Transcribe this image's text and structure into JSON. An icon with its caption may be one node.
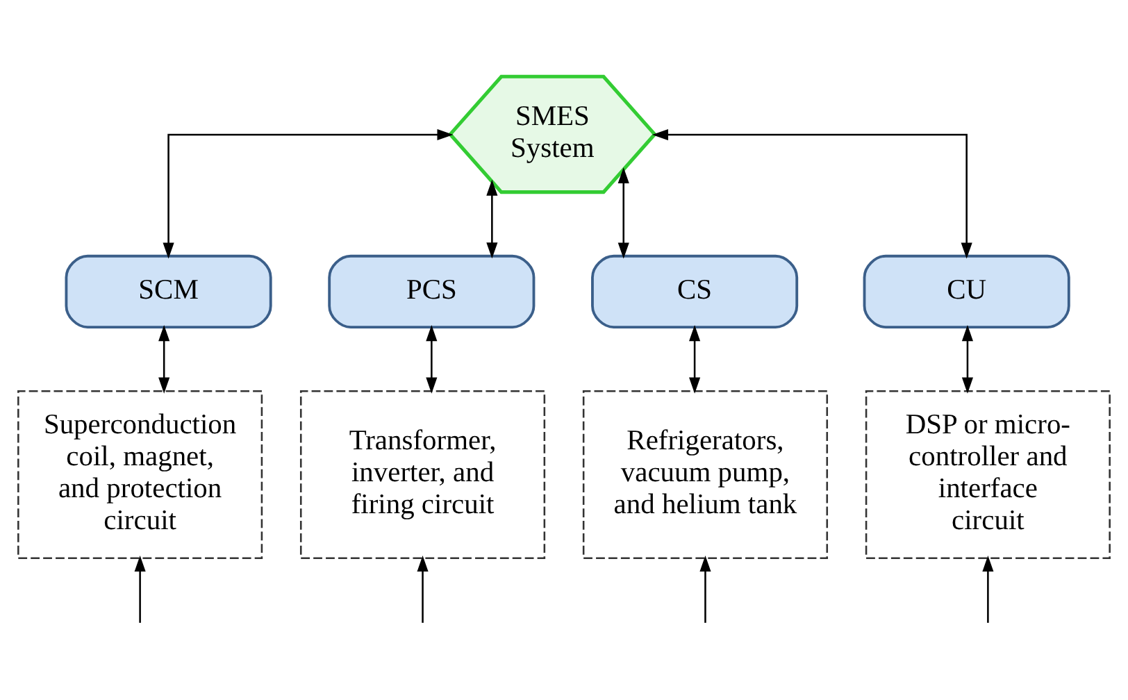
{
  "diagram": {
    "nodes": [
      {
        "text": [
          "SMES System"
        ]
      },
      {
        "text": [
          "SCM"
        ]
      },
      {
        "text": [
          "PCS"
        ]
      },
      {
        "text": [
          "CS"
        ]
      },
      {
        "text": [
          "CU"
        ]
      },
      {
        "text": [
          "Superconduction coil, magnet, and protection circuit"
        ]
      },
      {
        "text": [
          "Transformer, inverter, and firing circuit"
        ]
      },
      {
        "text": [
          "Refrigerators, vacuum pump, and helium tank"
        ]
      },
      {
        "text": [
          "DSP or micro-controller and interface circuit"
        ]
      }
    ],
    "edges": [
      {
        "from": 0,
        "to": 1,
        "arrow": "both"
      },
      {
        "from": 0,
        "to": 2,
        "arrow": "both"
      },
      {
        "from": 0,
        "to": 3,
        "arrow": "both"
      },
      {
        "from": 0,
        "to": 4,
        "arrow": "both"
      },
      {
        "from": 1,
        "to": 5,
        "arrow": "both"
      },
      {
        "from": 2,
        "to": 6,
        "arrow": "both"
      },
      {
        "from": 3,
        "to": 7,
        "arrow": "both"
      },
      {
        "from": 4,
        "to": 8,
        "arrow": "both"
      },
      {
        "from": null,
        "to": 5,
        "arrow": "to"
      },
      {
        "from": null,
        "to": 6,
        "arrow": "to"
      },
      {
        "from": null,
        "to": 7,
        "arrow": "to"
      },
      {
        "from": null,
        "to": 8,
        "arrow": "to"
      }
    ]
  }
}
